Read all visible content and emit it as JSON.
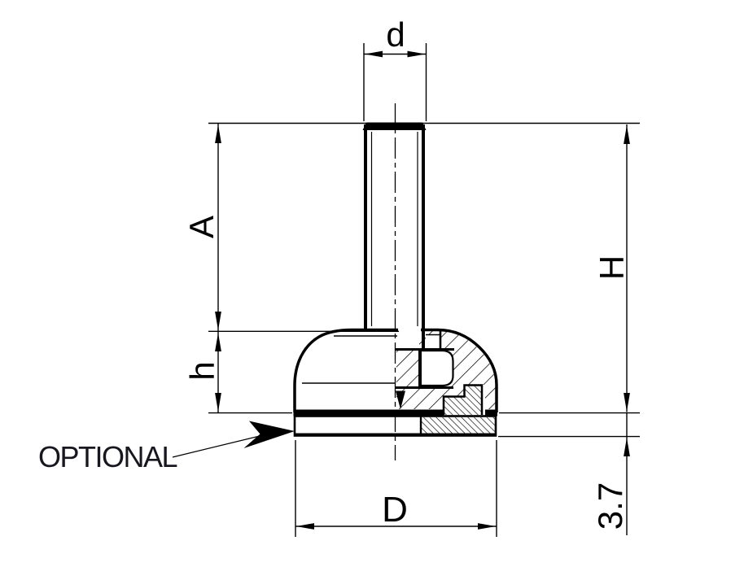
{
  "drawing": {
    "type": "technical-drawing",
    "subject": "leveling-foot-half-section-view",
    "background": "#ffffff",
    "line_color": "#000000",
    "note_color": "#17171f",
    "labels": {
      "thread_diameter": "d",
      "stud_length": "A",
      "base_height": "h",
      "total_height": "H",
      "base_diameter": "D",
      "pad_thickness": "3.7",
      "optional_note": "OPTIONAL"
    }
  }
}
